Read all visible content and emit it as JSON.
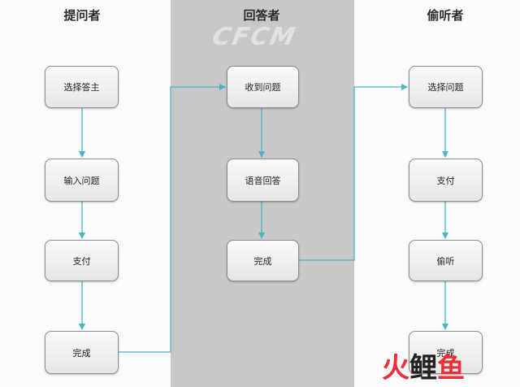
{
  "lanes": [
    {
      "title": "提问者"
    },
    {
      "title": "回答者"
    },
    {
      "title": "偷听者"
    }
  ],
  "nodes": {
    "asker": [
      "选择答主",
      "输入问题",
      "支付",
      "完成"
    ],
    "answerer": [
      "收到问题",
      "语音回答",
      "完成"
    ],
    "listener": [
      "选择问题",
      "支付",
      "偷听",
      "完成"
    ]
  },
  "colors": {
    "arrow": "#4db3c4",
    "middle_lane": "#c8c8c8"
  },
  "watermark": {
    "text": "CFCM"
  },
  "logo": {
    "chars": [
      "火",
      "鲤",
      "鱼"
    ]
  }
}
